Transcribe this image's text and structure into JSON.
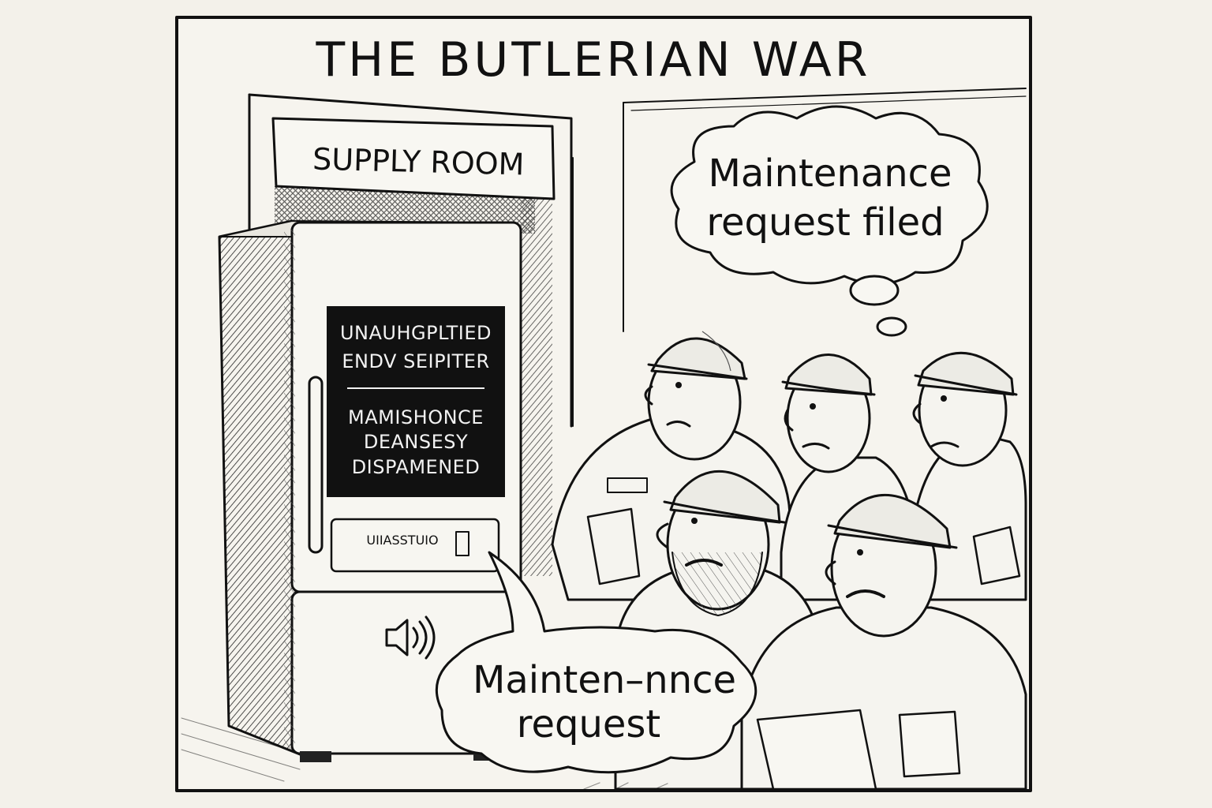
{
  "comic": {
    "title": "THE BUTLERIAN WAR",
    "sign": "SUPPLY ROOM",
    "screen": {
      "line1": "UNAUHGPLTIED",
      "line2": "ENDV SEIPITER",
      "line3": "MAMISHONCE",
      "line4": "DEANSESY",
      "line5": "DISPAMENED"
    },
    "dispenser_label": "UIIASSTUIO",
    "thought_bubble": {
      "line1": "Maintenance",
      "line2": "request filed"
    },
    "speech_bubble": {
      "line1": "Mainten–nnce",
      "line2": "request"
    }
  },
  "colors": {
    "ink": "#111111",
    "paper": "#f3f1ea",
    "screen": "#111111"
  }
}
